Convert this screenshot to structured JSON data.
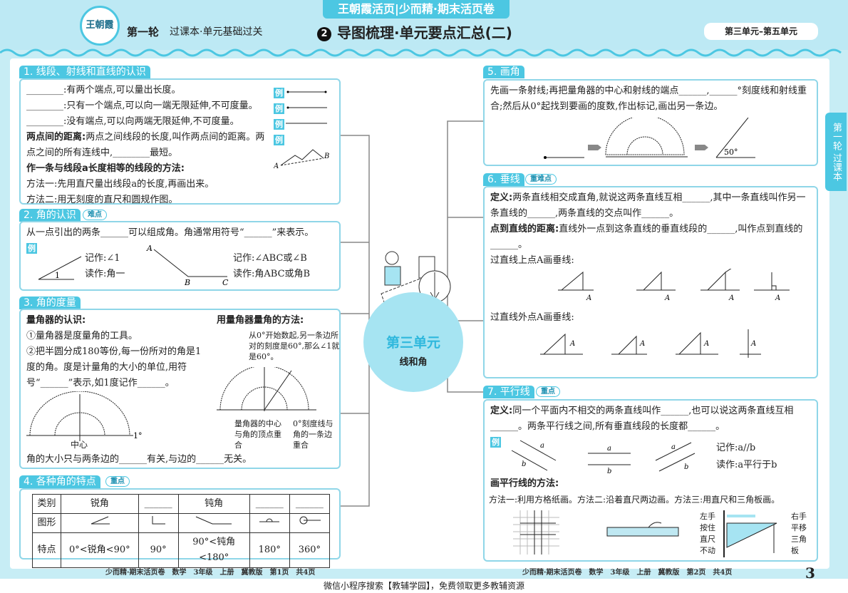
{
  "header": {
    "brand": "王朝霞活页|少而精·期末活页卷",
    "logo": "王朝霞",
    "round": "第一轮",
    "round_sub": "过课本·单元基础过关",
    "title_num": "2",
    "title": "导图梳理·单元要点汇总(二)",
    "range": "第三单元–第五单元"
  },
  "side_tab": "第一轮 过课本",
  "center": {
    "unit": "第三单元",
    "subtitle": "线和角"
  },
  "s1": {
    "title": "1. 线段、射线和直线的认识",
    "ex": "例",
    "l1": "________:有两个端点,可以量出长度。",
    "l2": "________:只有一个端点,可以向一端无限延伸,不可度量。",
    "l3": "________:没有端点,可以向两端无限延伸,不可度量。",
    "l4b": "两点间的距离:",
    "l4": "两点之间线段的长度,叫作两点间的距离。两点之间的所有连线中,________最短。",
    "l5": "作一条与线段a长度相等的线段的方法:",
    "l6": "方法一:先用直尺量出线段a的长度,再画出来。",
    "l7": "方法二:用无刻度的直尺和圆规作图。",
    "pa": "A",
    "pb": "B"
  },
  "s2": {
    "title": "2. 角的认识",
    "tag": "难点",
    "l1": "从一点引出的两条______可以组成角。角通常用符号“______”来表示。",
    "ex": "例",
    "n1": "记作:∠1",
    "r1": "读作:角一",
    "one": "1",
    "n2": "记作:∠ABC或∠B",
    "r2": "读作:角ABC或角B",
    "A": "A",
    "B": "B",
    "C": "C"
  },
  "s3": {
    "title": "3. 角的度量",
    "h1": "量角器的认识:",
    "l1": "①量角器是度量角的工具。",
    "l2": "②把半圆分成180等份,每一份所对的角是1度的角。度是计量角的大小的单位,用符号“______”表示,如1度记作______。",
    "center": "中心",
    "deg": "1°",
    "h2": "用量角器量角的方法:",
    "note": "从0°开始数起,另一条边所对的刻度是60°,那么∠1就是60°。",
    "c1": "量角器的中心与角的顶点重合",
    "c2": "0°刻度线与角的一条边重合",
    "last": "角的大小只与两条边的______有关,与边的______无关。"
  },
  "s4": {
    "title": "4. 各种角的特点",
    "tag": "重点",
    "rows": [
      [
        "类别",
        "锐角",
        "______",
        "钝角",
        "______",
        "______"
      ],
      [
        "图形",
        "",
        "",
        "",
        "",
        ""
      ],
      [
        "特点",
        "0°<锐角<90°",
        "90°",
        "90°<钝角<180°",
        "180°",
        "360°"
      ]
    ]
  },
  "s5": {
    "title": "5. 画角",
    "l1": "先画一条射线;再把量角器的中心和射线的端点______,______°刻度线和射线重合;然后从0°起找到要画的度数,作出标记,画出另一条边。",
    "deg": "50°"
  },
  "s6": {
    "title": "6. 垂线",
    "tag": "重难点",
    "d_b": "定义:",
    "d": "两条直线相交成直角,就说这两条直线互相______,其中一条直线叫作另一条直线的______,两条直线的交点叫作______。",
    "p_b": "点到直线的距离:",
    "p": "直线外一点到这条直线的垂直线段的______,叫作点到直线的______。",
    "m1": "过直线上点A画垂线:",
    "m2": "过直线外点A画垂线:",
    "A": "A"
  },
  "s7": {
    "title": "7. 平行线",
    "tag": "重点",
    "d_b": "定义:",
    "d": "同一个平面内不相交的两条直线叫作______,也可以说这两条直线互相______。两条平行线之间,所有垂直线段的长度都______。",
    "ex": "例",
    "a": "a",
    "b": "b",
    "n": "记作:a//b",
    "r": "读作:a平行于b",
    "h": "画平行线的方法:",
    "m": "方法一:利用方格纸画。方法二:沿着直尺两边画。方法三:用直尺和三角板画。",
    "left_hand": "左手按住直尺不动",
    "right_hand": "右手平移三角板"
  },
  "footer": {
    "left": "少而精·期末活页卷　数学　3年级　上册　冀教版　第1页　共4页",
    "right": "少而精·期末活页卷　数学　3年级　上册　冀教版　第2页　共4页",
    "page": "3",
    "banner": "微信小程序搜索【教辅学园】，免费领取更多教辅资源"
  },
  "colors": {
    "accent": "#4cc7e2",
    "background": "#c7edf5"
  }
}
